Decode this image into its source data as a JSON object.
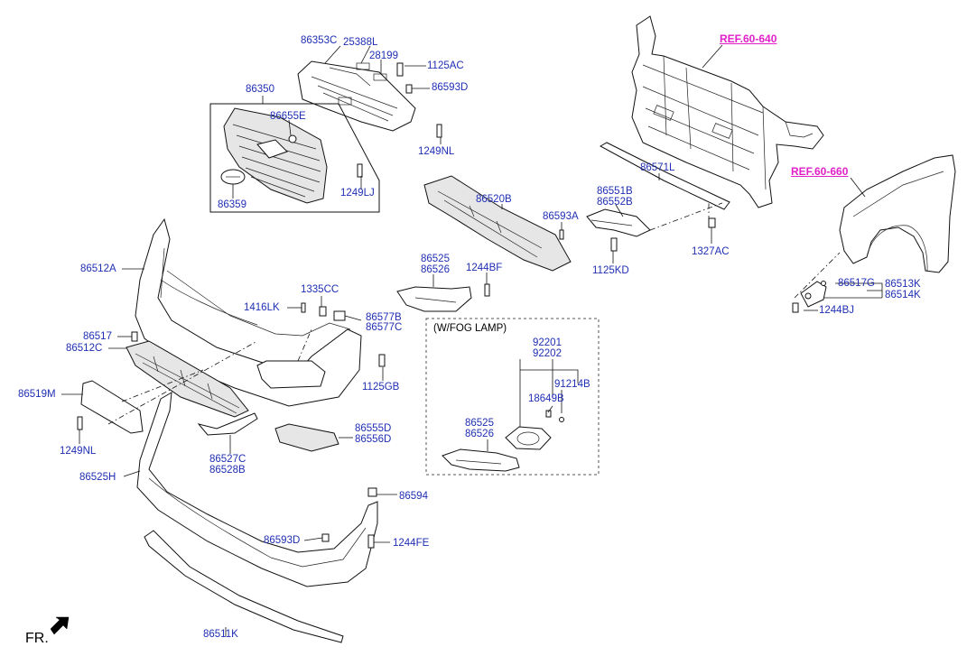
{
  "fog_lamp_caption": "(W/FOG LAMP)",
  "front_indicator": "FR.",
  "refs": {
    "radiator_support": "REF.60-640",
    "fender": "REF.60-660"
  },
  "colors": {
    "part_label": "#1f2fb4",
    "reference_link": "#e020c8",
    "line_art": "#111111"
  },
  "labels": {
    "l_86353C": "86353C",
    "l_25388L": "25388L",
    "l_28199": "28199",
    "l_1125AC": "1125AC",
    "l_86593D_top": "86593D",
    "l_86350": "86350",
    "l_86655E": "86655E",
    "l_1249NL_top": "1249NL",
    "l_1249LJ": "1249LJ",
    "l_86359": "86359",
    "l_86520B": "86520B",
    "l_86593A": "86593A",
    "l_86551B": "86551B",
    "l_86552B": "86552B",
    "l_86571L": "86571L",
    "l_1327AC": "1327AC",
    "l_1125KD": "1125KD",
    "l_86525_a": "86525",
    "l_86526_a": "86526",
    "l_1244BF": "1244BF",
    "l_86512A": "86512A",
    "l_1335CC": "1335CC",
    "l_1416LK": "1416LK",
    "l_86577B": "86577B",
    "l_86577C": "86577C",
    "l_86517": "86517",
    "l_86512C": "86512C",
    "l_1125GB": "1125GB",
    "l_86519M": "86519M",
    "l_1249NL_bot": "1249NL",
    "l_86527C": "86527C",
    "l_86528B": "86528B",
    "l_86555D": "86555D",
    "l_86556D": "86556D",
    "l_86525H": "86525H",
    "l_86594": "86594",
    "l_86593D_bot": "86593D",
    "l_1244FE": "1244FE",
    "l_86511K": "86511K",
    "l_92201": "92201",
    "l_92202": "92202",
    "l_91214B": "91214B",
    "l_18649B": "18649B",
    "l_86525_b": "86525",
    "l_86526_b": "86526",
    "l_86517G": "86517G",
    "l_86513K": "86513K",
    "l_86514K": "86514K",
    "l_1244BJ": "1244BJ"
  }
}
